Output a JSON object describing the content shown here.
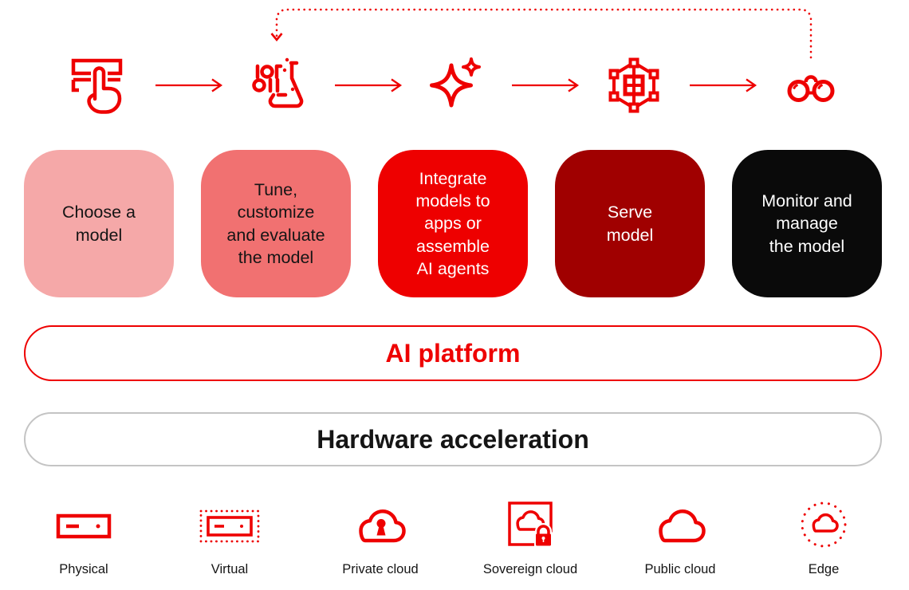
{
  "palette": {
    "red": "#EE0000",
    "card_light_pink": "#F5A8A8",
    "card_salmon": "#F17171",
    "card_bright_red": "#EE0000",
    "card_dark_red": "#A00000",
    "card_black": "#0A0A0A",
    "dark_text": "#151515",
    "gray_border": "#C4C4C4",
    "white": "#ffffff"
  },
  "flow": {
    "icons": [
      {
        "name": "choose-model-hand-icon"
      },
      {
        "name": "tune-flask-binary-icon"
      },
      {
        "name": "integrate-sparkles-icon"
      },
      {
        "name": "serve-model-network-icon"
      },
      {
        "name": "monitor-binoculars-icon"
      }
    ],
    "feedback_loop": {
      "style": "dotted",
      "from": "monitor-binoculars-icon",
      "to": "tune-flask-binary-icon"
    },
    "steps": [
      {
        "label": "Choose a\nmodel",
        "bg": "#F5A8A8",
        "text_color": "#151515"
      },
      {
        "label": "Tune,\ncustomize\nand evaluate\nthe model",
        "bg": "#F17171",
        "text_color": "#151515"
      },
      {
        "label": "Integrate\nmodels to\napps or\nassemble\nAI agents",
        "bg": "#EE0000",
        "text_color": "#ffffff"
      },
      {
        "label": "Serve\nmodel",
        "bg": "#A00000",
        "text_color": "#ffffff"
      },
      {
        "label": "Monitor and\nmanage\nthe model",
        "bg": "#0A0A0A",
        "text_color": "#ffffff"
      }
    ]
  },
  "platform_bar": {
    "label": "AI platform"
  },
  "hardware_bar": {
    "label": "Hardware acceleration"
  },
  "infrastructure": [
    {
      "label": "Physical",
      "icon": "physical-server-icon"
    },
    {
      "label": "Virtual",
      "icon": "virtual-server-icon"
    },
    {
      "label": "Private cloud",
      "icon": "private-cloud-lock-icon"
    },
    {
      "label": "Sovereign cloud",
      "icon": "sovereign-cloud-padlock-icon"
    },
    {
      "label": "Public cloud",
      "icon": "public-cloud-icon"
    },
    {
      "label": "Edge",
      "icon": "edge-cloud-icon"
    }
  ]
}
